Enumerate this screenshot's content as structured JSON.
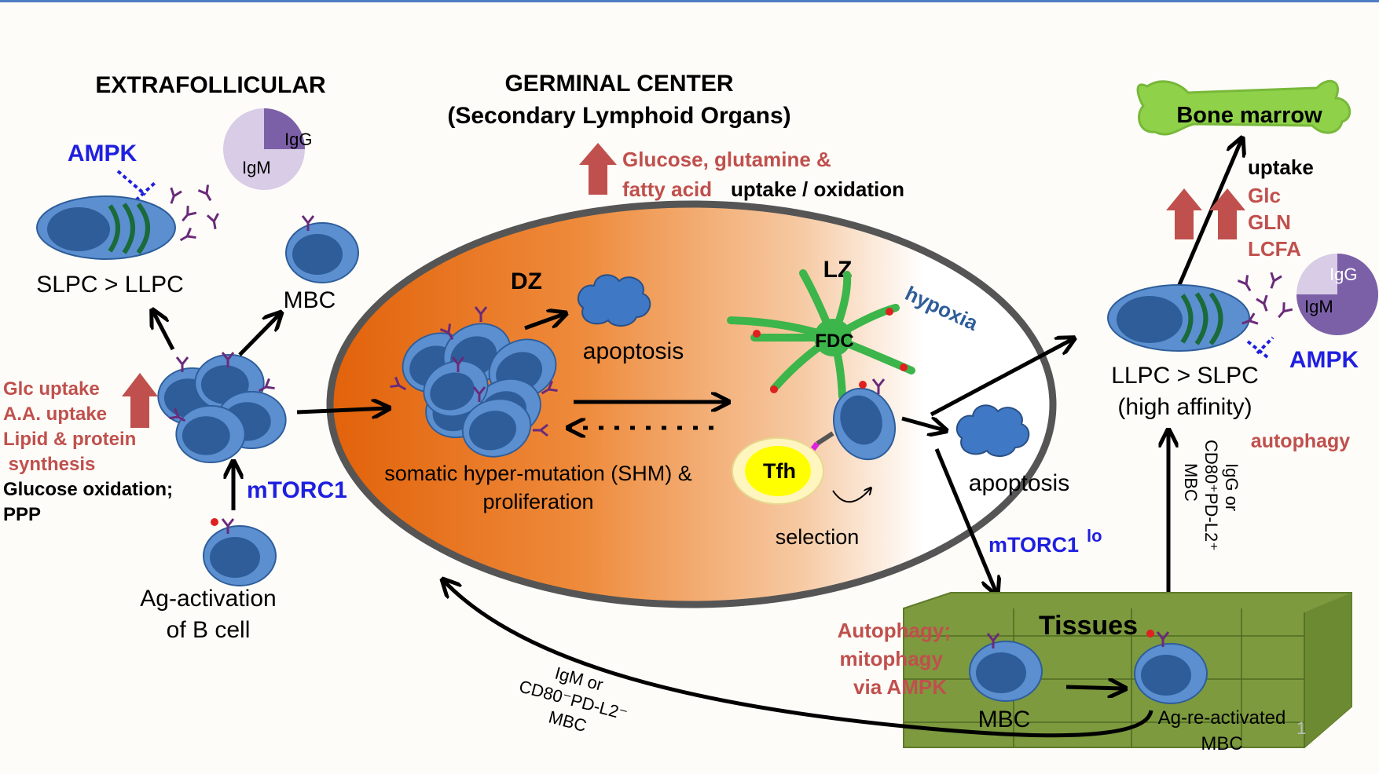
{
  "sections": {
    "extrafollicular": "EXTRAFOLLICULAR",
    "gc_title": "GERMINAL CENTER",
    "gc_subtitle": "(Secondary Lymphoid Organs)",
    "bone_marrow": "Bone marrow",
    "tissues": "Tissues"
  },
  "extrafollicular": {
    "ampk": "AMPK",
    "slpc_llpc": "SLPC > LLPC",
    "mbc": "MBC",
    "pie": {
      "igg": "IgG",
      "igm": "IgM",
      "igg_fraction": 0.25
    },
    "metabolism_up": [
      "Glc uptake",
      "A.A. uptake",
      "Lipid & protein",
      " synthesis"
    ],
    "metabolism_other": [
      "Glucose oxidation;",
      "PPP"
    ],
    "mtorc1": "mTORC1",
    "activation": [
      "Ag-activation",
      "of B cell"
    ]
  },
  "gc": {
    "nutrients_red": [
      "Glucose, glutamine &",
      "fatty acid"
    ],
    "nutrients_black": "uptake / oxidation",
    "dz": "DZ",
    "lz": "LZ",
    "hypoxia": "hypoxia",
    "fdc": "FDC",
    "tfh": "Tfh",
    "apoptosis": "apoptosis",
    "apoptosis2": "apoptosis",
    "shm": [
      "somatic hyper-mutation (SHM) &",
      "proliferation"
    ],
    "selection": "selection"
  },
  "right": {
    "uptake": "uptake",
    "nutrients": [
      "Glc",
      "GLN",
      "LCFA"
    ],
    "pie": {
      "igg": "IgG",
      "igm": "IgM",
      "igg_fraction": 0.75
    },
    "ampk": "AMPK",
    "llpc_slpc": "LLPC > SLPC",
    "high_affinity": "(high affinity)",
    "autophagy": "autophagy",
    "mtorc1_lo_base": "mTORC1",
    "mtorc1_lo_sup": "lo",
    "igg_mbc": [
      "IgG or",
      "CD80⁺PD-L2⁺",
      "MBC"
    ]
  },
  "tissues": {
    "autophagy": [
      "Autophagy;",
      "mitophagy",
      "via AMPK"
    ],
    "mbc": "MBC",
    "reactivated": [
      "Ag-re-activated",
      "MBC"
    ],
    "igm_mbc": [
      "IgM or",
      "CD80⁻PD-L2⁻",
      "MBC"
    ],
    "page_number": "1"
  },
  "colors": {
    "cell_outer": "#5b8fd0",
    "cell_inner": "#2e5d9a",
    "red_text": "#c0504d",
    "blue_text": "#1f1fe0",
    "fdc_green": "#3cb54a",
    "bone_green": "#8fd24a",
    "tissue_green": "#7d9a3e",
    "antibody": "#6a2a7a"
  }
}
